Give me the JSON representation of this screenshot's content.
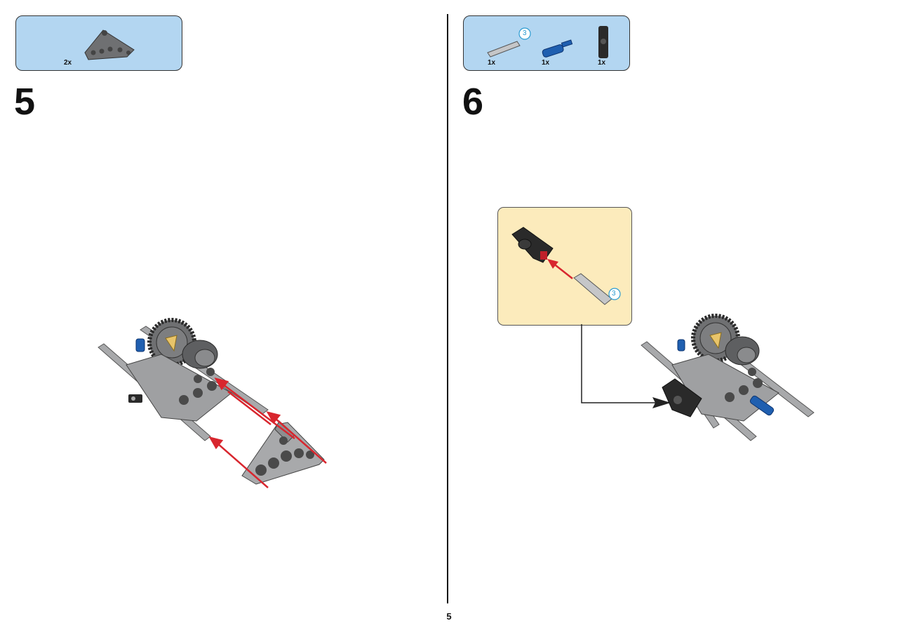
{
  "page": {
    "number": "5"
  },
  "step5": {
    "number": "5",
    "parts": [
      {
        "name": "triangle-liftarm",
        "qty": "2x"
      }
    ]
  },
  "step6": {
    "number": "6",
    "parts": [
      {
        "name": "axle-3",
        "qty": "1x",
        "length_badge": "3"
      },
      {
        "name": "blue-axle-pin",
        "qty": "1x"
      },
      {
        "name": "black-axle-connector",
        "qty": "1x"
      }
    ],
    "callout": {
      "length_badge": "3"
    }
  },
  "colors": {
    "parts_box": "#b3d6f1",
    "callout_box": "#fcebbc",
    "arrow": "#d8262e",
    "light_gray": "#a8a9ab",
    "dark_gray": "#5e5f61",
    "blue": "#1f5fb0",
    "black": "#2a2a2a"
  }
}
